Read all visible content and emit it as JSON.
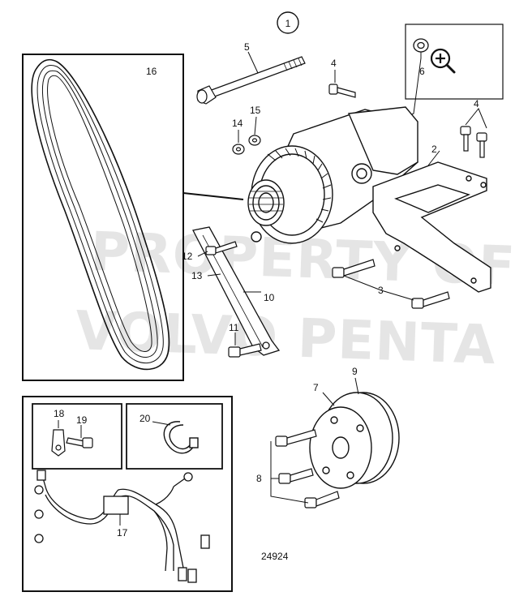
{
  "diagram": {
    "group_number": "1",
    "figure_number": "24924",
    "watermark_line_1": "PROPERTY OF",
    "watermark_line_2": "VOLVO PENTA",
    "zoom_icon": "magnifier-plus-icon",
    "callouts": {
      "c2": "2",
      "c3": "3",
      "c4a": "4",
      "c4b": "4",
      "c5": "5",
      "c6": "6",
      "c7": "7",
      "c8": "8",
      "c9": "9",
      "c10": "10",
      "c11": "11",
      "c12": "12",
      "c13": "13",
      "c14": "14",
      "c15": "15",
      "c16": "16",
      "c17": "17",
      "c18": "18",
      "c19": "19",
      "c20": "20"
    }
  }
}
